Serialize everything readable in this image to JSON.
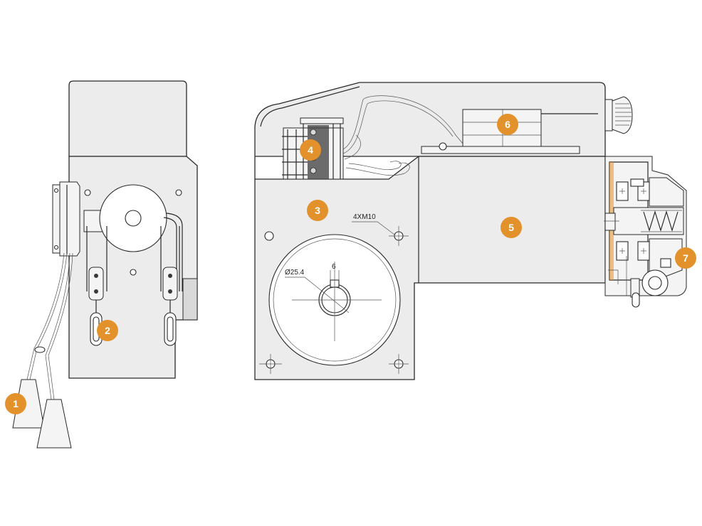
{
  "colors": {
    "callout": "#e3912a",
    "callout_text": "#ffffff",
    "body_fill": "#ececec",
    "line": "#2a2a2a"
  },
  "callouts": [
    {
      "label": "1"
    },
    {
      "label": "2"
    },
    {
      "label": "3"
    },
    {
      "label": "4"
    },
    {
      "label": "5"
    },
    {
      "label": "6"
    },
    {
      "label": "7"
    }
  ],
  "dimensions": {
    "bolts": "4XM10",
    "bore": "Ø25.4",
    "keyway": "6"
  }
}
